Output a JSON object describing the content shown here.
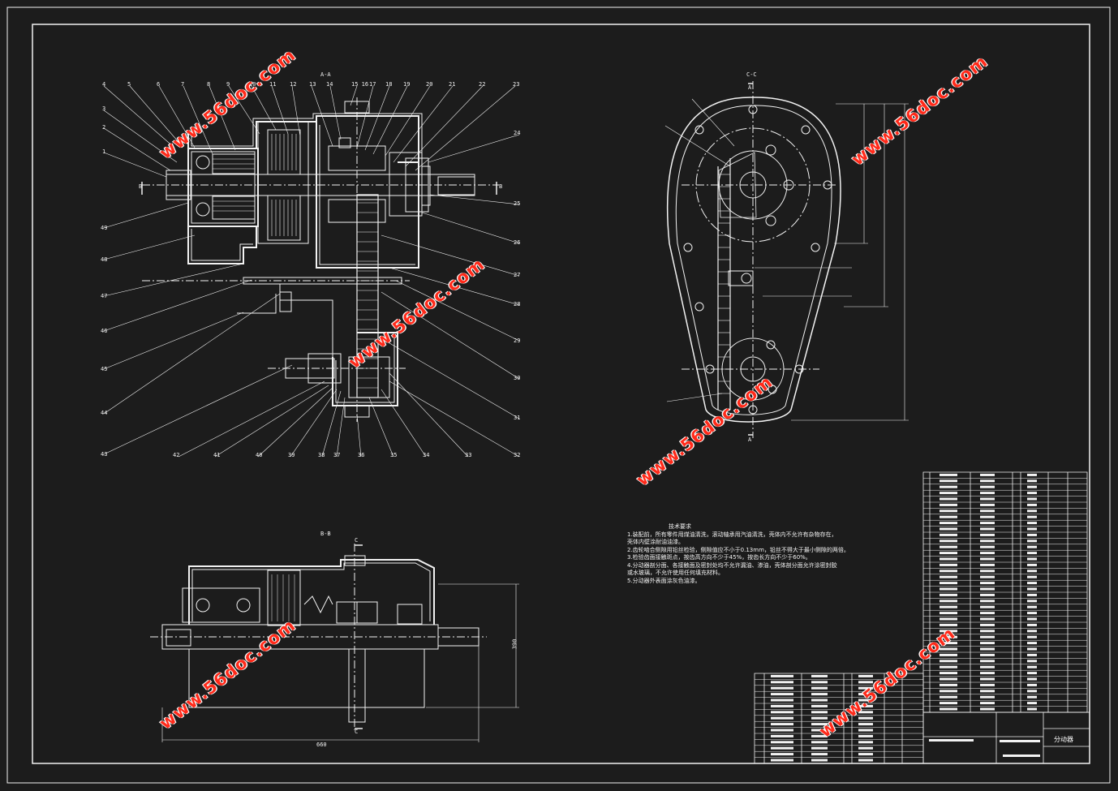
{
  "sections": {
    "aa": "A-A",
    "bb": "B-B",
    "cc": "C-C"
  },
  "part_numbers_top": [
    "4",
    "5",
    "6",
    "7",
    "8",
    "9",
    "10",
    "11",
    "12",
    "13",
    "14",
    "15 16",
    "17",
    "18",
    "19",
    "20",
    "21",
    "22",
    "23"
  ],
  "part_numbers_right": [
    "24",
    "25",
    "26",
    "27",
    "28",
    "29",
    "30",
    "31",
    "32"
  ],
  "part_numbers_bottom": [
    "42",
    "41",
    "40",
    "39",
    "38",
    "37",
    "36",
    "35",
    "34",
    "33"
  ],
  "part_numbers_left": [
    "3",
    "2",
    "1",
    "49",
    "48",
    "47",
    "46",
    "45",
    "44",
    "43"
  ],
  "section_marks": {
    "b": "B",
    "c": "C",
    "a": "A"
  },
  "dimensions": {
    "bb_width": "660",
    "bb_height": "390"
  },
  "tech_requirements": {
    "heading": "技术要求",
    "items": [
      "1.装配前，所有零件用煤油清洗，滚动轴承用汽油清洗，壳体内不允许有杂物存在，",
      "壳体内壁涂耐油油漆。",
      "2.齿轮啮合侧隙用铅丝检验，侧隙值应不小于0.13mm，铅丝不得大于最小侧隙的两倍。",
      "3.检验齿面接触斑点，按齿高方向不少于45%，按齿长方向不少于60%。",
      "4.分动器剖分面、各接触面及密封处均不允许漏油、渗油，壳体剖分面允许涂密封胶",
      "或水玻璃，不允许使用任何填充材料。",
      "5.分动器外表面涂灰色油漆。"
    ]
  },
  "title_block": {
    "name": "分动器"
  },
  "watermark": {
    "text": "www.56doc.com",
    "color": "#ff2a1a"
  },
  "colors": {
    "background": "#1c1c1c",
    "lines": "#f2f2f2",
    "watermark": "#ff2a1a"
  }
}
